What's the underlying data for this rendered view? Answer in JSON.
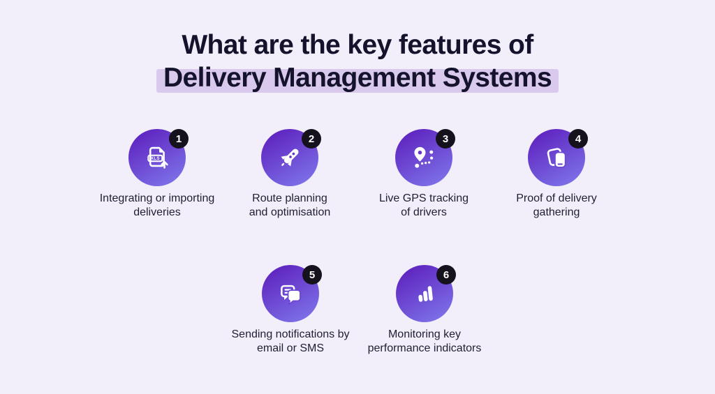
{
  "title": {
    "line1": "What are the key features of",
    "line2": "Delivery Management Systems"
  },
  "features": [
    {
      "number": "1",
      "icon": "xls-import-icon",
      "label_line1": "Integrating or importing",
      "label_line2": "deliveries"
    },
    {
      "number": "2",
      "icon": "rocket-icon",
      "label_line1": "Route planning",
      "label_line2": "and optimisation"
    },
    {
      "number": "3",
      "icon": "gps-route-icon",
      "label_line1": "Live GPS tracking",
      "label_line2": "of drivers"
    },
    {
      "number": "4",
      "icon": "devices-proof-icon",
      "label_line1": "Proof of delivery",
      "label_line2": "gathering"
    },
    {
      "number": "5",
      "icon": "chat-bubbles-icon",
      "label_line1": "Sending notifications by",
      "label_line2": "email or SMS"
    },
    {
      "number": "6",
      "icon": "bar-chart-icon",
      "label_line1": "Monitoring key",
      "label_line2": "performance indicators"
    }
  ],
  "colors": {
    "background": "#f2eefa",
    "title_text": "#15132b",
    "title_highlight": "#d8c9ed",
    "label_text": "#201e33",
    "circle_gradient_start": "#5e21bf",
    "circle_gradient_end": "#7e75e9",
    "badge_background": "#15121e",
    "badge_text": "#ffffff",
    "icon_color": "#ffffff"
  }
}
